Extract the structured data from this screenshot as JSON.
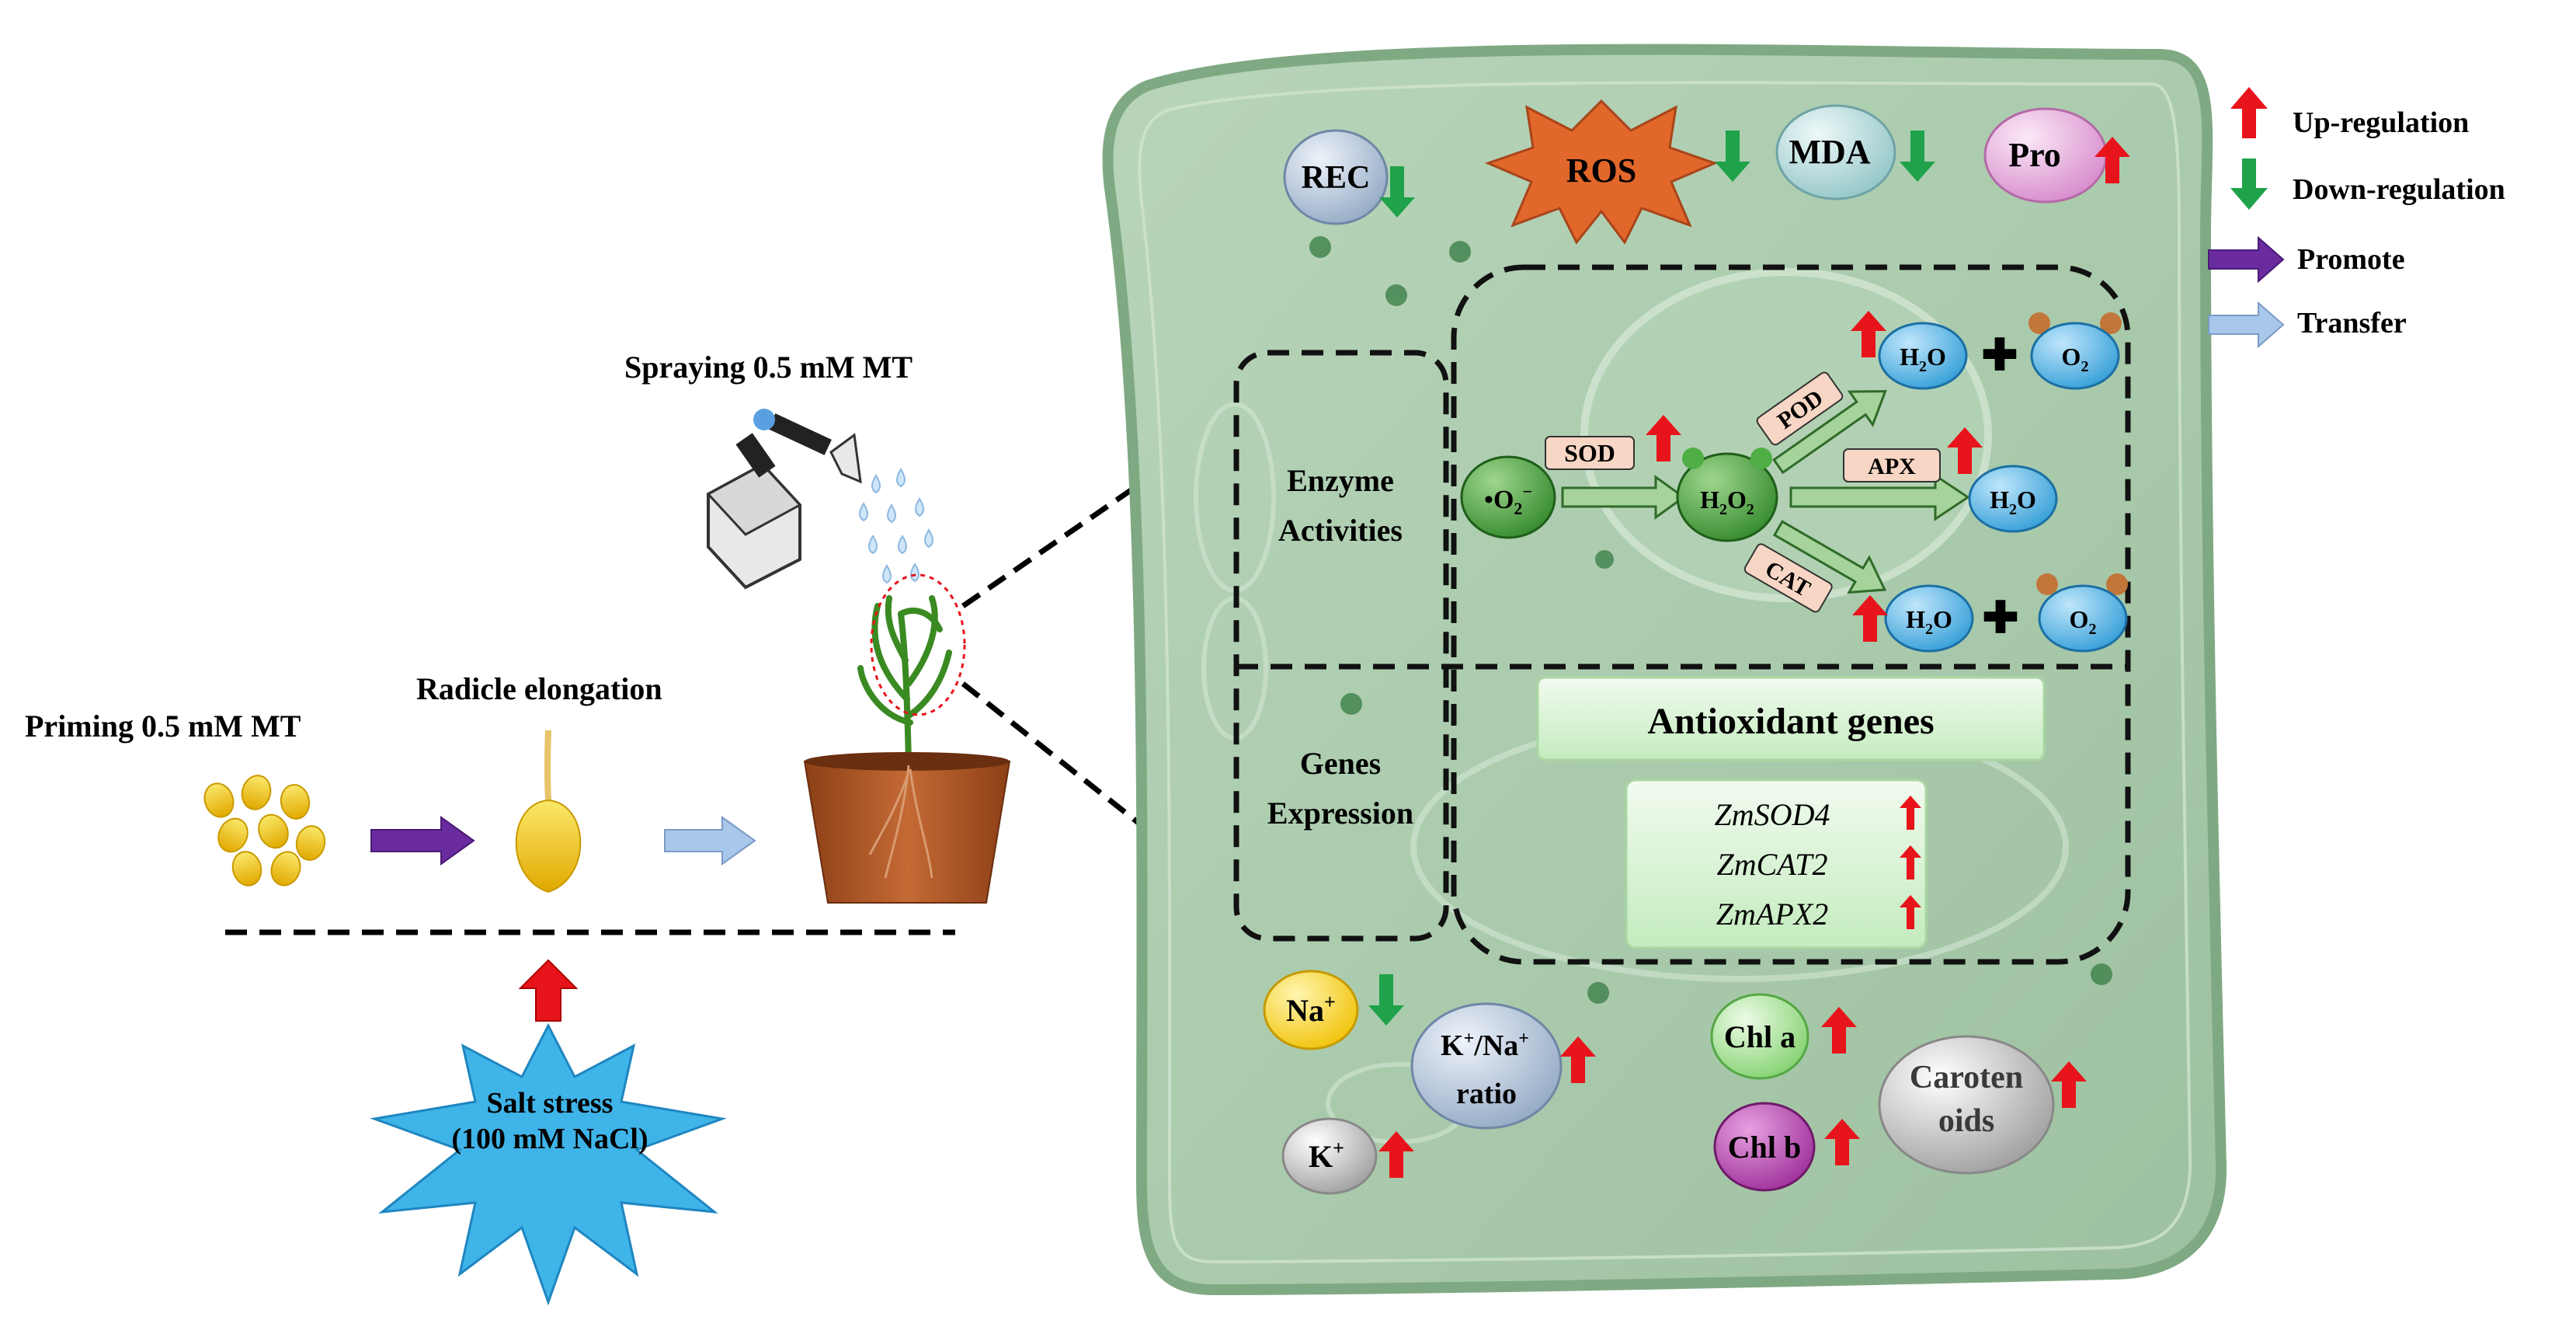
{
  "left": {
    "priming": "Priming 0.5 mM MT",
    "radicle": "Radicle elongation",
    "spraying": "Spraying 0.5 mM MT",
    "salt_line1": "Salt stress",
    "salt_line2": "(100 mM NaCl)"
  },
  "legend": {
    "up": "Up-regulation",
    "down": "Down-regulation",
    "promote": "Promote",
    "transfer": "Transfer"
  },
  "top_markers": {
    "rec": "REC",
    "ros": "ROS",
    "mda": "MDA",
    "pro": "Pro"
  },
  "enzyme": {
    "section_line1": "Enzyme",
    "section_line2": "Activities",
    "superoxide": "•O",
    "superoxide_sub": "2",
    "superoxide_sup": "−",
    "h2o2_a": "H",
    "h2o2_sub1": "2",
    "h2o2_b": "O",
    "h2o2_sub2": "2",
    "sod": "SOD",
    "pod": "POD",
    "apx": "APX",
    "cat": "CAT",
    "water_a": "H",
    "water_sub": "2",
    "water_b": "O",
    "oxygen_a": "O",
    "oxygen_sub": "2"
  },
  "genes": {
    "section_line1": "Genes",
    "section_line2": "Expression",
    "title": "Antioxidant genes",
    "items": [
      "ZmSOD4",
      "ZmCAT2",
      "ZmAPX2"
    ]
  },
  "ions": {
    "na": "Na",
    "na_sup": "+",
    "k": "K",
    "k_sup": "+",
    "ratio_line1_k": "K",
    "ratio_line1_sup1": "+",
    "ratio_line1_mid": "/Na",
    "ratio_line1_sup2": "+",
    "ratio_line2": "ratio"
  },
  "pigments": {
    "chla": "Chl a",
    "chlb": "Chl b",
    "carot_line1": "Caroten",
    "carot_line2": "oids"
  },
  "colors": {
    "cell_fill": "#a9c9ab",
    "cell_border": "#7fa983",
    "up_arrow": "#e8141b",
    "down_arrow": "#1fa24a",
    "promote_arrow": "#6a2b9e",
    "transfer_arrow": "#a9c7ea",
    "salt_star": "#3fb4e8",
    "ros_star": "#e2672b",
    "water_ball": "#2e9bd6",
    "green_ball": "#3d9b35",
    "pot": "#b45d2c",
    "seed": "#f2d31a"
  }
}
